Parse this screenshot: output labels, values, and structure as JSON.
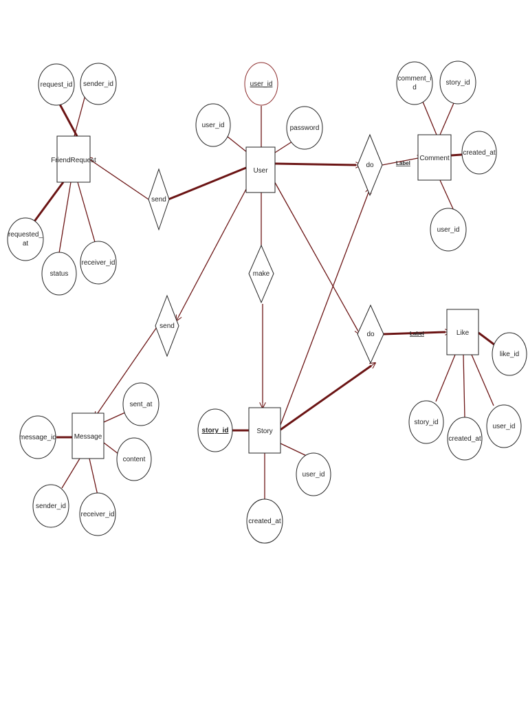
{
  "colors": {
    "line": "#6b1414",
    "shape_stroke": "#222222",
    "pk_ellipse_stroke": "#8b2a2a",
    "background": "#ffffff"
  },
  "entities": {
    "user": "User",
    "friend_request": "FriendRequest",
    "comment": "Comment",
    "message": "Message",
    "story": "Story",
    "like": "Like"
  },
  "relationships": {
    "send_friend": "send",
    "send_message": "send",
    "make": "make",
    "do_comment": "do",
    "do_like": "do"
  },
  "edge_labels": {
    "comment": "Label",
    "like": "Label"
  },
  "attributes": {
    "user_pk": "user_id",
    "user_id": "user_id",
    "password": "password",
    "fr_request_id": "request_id",
    "fr_sender_id": "sender_id",
    "fr_requested_at_1": "requested_",
    "fr_requested_at_2": "at",
    "fr_status": "status",
    "fr_receiver_id": "receiver_id",
    "comment_id_1": "comment_i",
    "comment_id_2": "d",
    "comment_story_id": "story_id",
    "comment_created_at": "created_at",
    "comment_user_id": "user_id",
    "message_id": "message_id",
    "message_sent_at": "sent_at",
    "message_content": "content",
    "message_sender_id": "sender_id",
    "message_receiver_id": "receiver_id",
    "story_pk": "story_id",
    "story_user_id": "user_id",
    "story_created_at": "created_at",
    "like_id": "like_id",
    "like_story_id": "story_id",
    "like_created_at": "created_at",
    "like_user_id": "user_id"
  }
}
